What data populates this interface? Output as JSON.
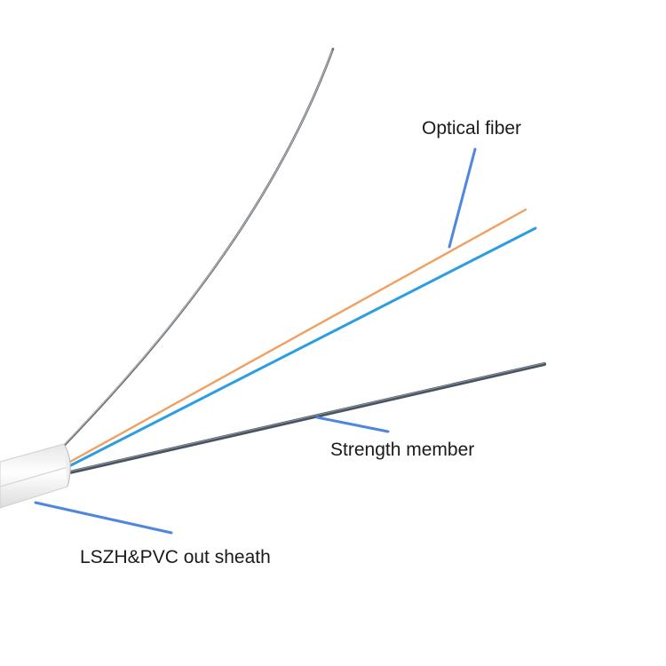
{
  "labels": {
    "optical_fiber": "Optical fiber",
    "strength_member": "Strength member",
    "sheath": "LSZH&PVC out sheath"
  },
  "colors": {
    "leader_line": "#4f86e0",
    "fiber_orange": "#f0a060",
    "fiber_blue": "#2a9ee0",
    "strength_member": "#4a5460",
    "steel_wire": "#6b7078",
    "sheath": "#f3f3f3"
  }
}
